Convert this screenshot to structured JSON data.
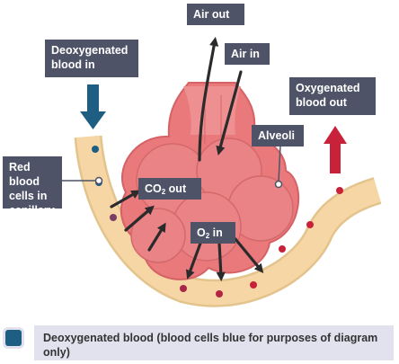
{
  "labels": {
    "air_out": "Air out",
    "air_in": "Air in",
    "deoxygenated_in": "Deoxygenated\nblood in",
    "oxygenated_out": "Oxygenated\nblood out",
    "alveoli": "Alveoli",
    "red_blood_cells": "Red blood\ncells in\ncapillary",
    "co2_out": {
      "prefix": "CO",
      "subscript": "2",
      "suffix": " out"
    },
    "o2_in": {
      "prefix": "O",
      "subscript": "2",
      "suffix": " in"
    }
  },
  "legend": {
    "text": "Deoxygenated blood (blood cells blue for purposes of diagram only)",
    "swatch_color": "#1f5e83"
  },
  "colors": {
    "label_bg": "#4f5367",
    "deoxygenated": "#1f5e83",
    "oxygenated": "#c8223a",
    "alveoli": "#e9797b",
    "capillary": "#f5d6a4"
  }
}
